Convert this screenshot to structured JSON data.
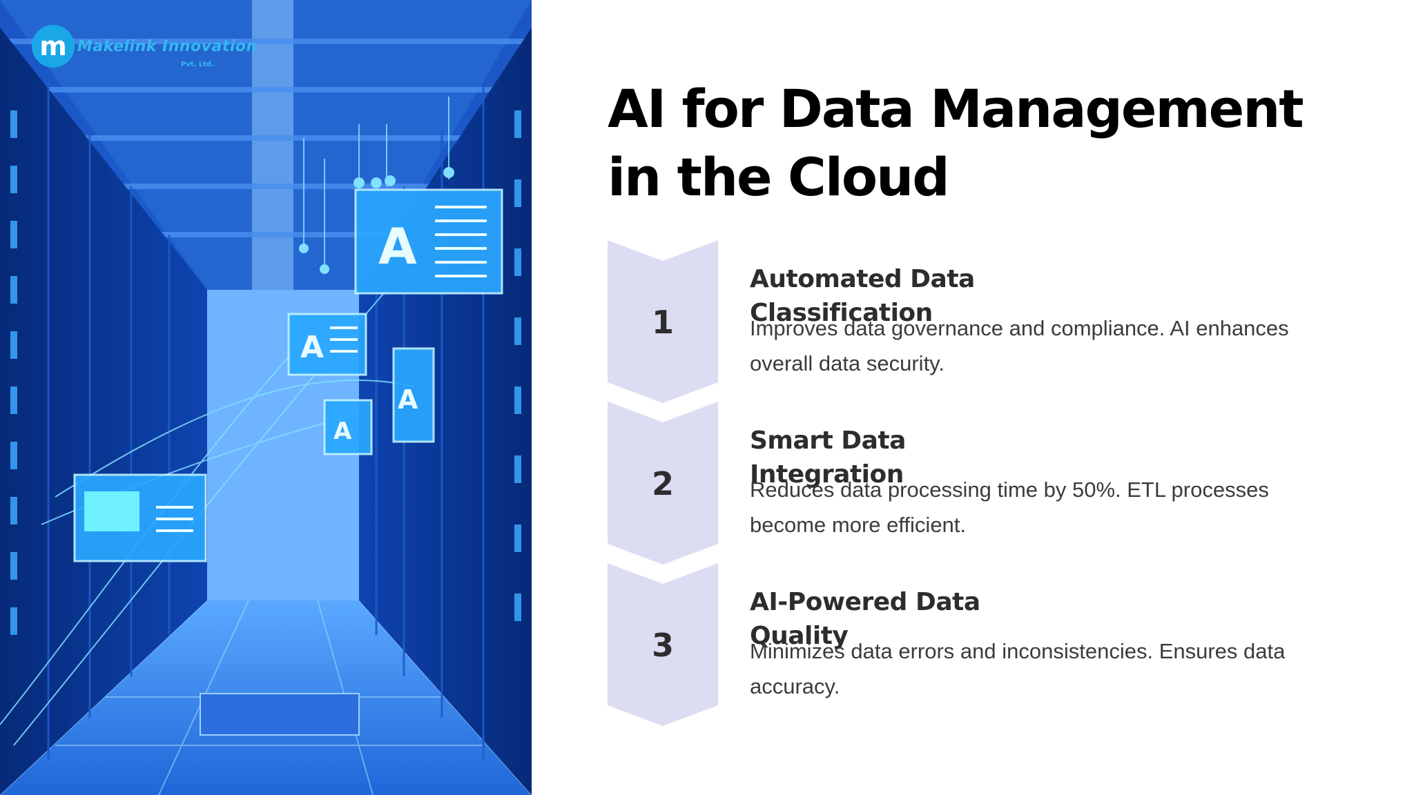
{
  "logo": {
    "mark": "m",
    "name": "Makelink Innovation",
    "sub": "Pvt. Ltd."
  },
  "title": "AI for Data Management in the Cloud",
  "steps": [
    {
      "number": "1",
      "title": "Automated Data Classification",
      "description": "Improves data governance and compliance. AI enhances overall data security."
    },
    {
      "number": "2",
      "title": "Smart Data Integration",
      "description": "Reduces data processing time by 50%. ETL processes become more efficient."
    },
    {
      "number": "3",
      "title": "AI-Powered Data Quality",
      "description": "Minimizes data errors and inconsistencies. Ensures data accuracy."
    }
  ],
  "colors": {
    "marker_fill": "#dcdcf2",
    "hero_blue": "#0d3f9e",
    "accent_cyan": "#35b8f2"
  }
}
